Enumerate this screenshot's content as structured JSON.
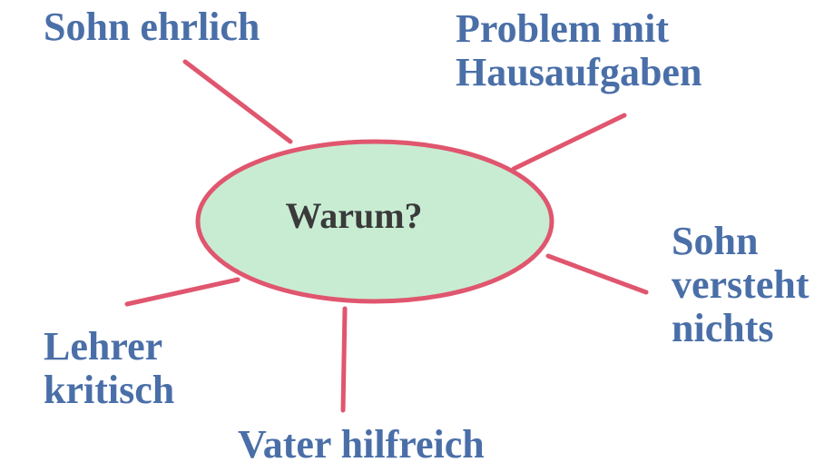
{
  "colors": {
    "label": "#4a6fa8",
    "line": "#e0566e",
    "hub_fill": "#c8ecd2",
    "hub_text": "#3a3a3a"
  },
  "hub": {
    "label": "Warum?"
  },
  "branches": [
    {
      "id": "sohn-ehrlich",
      "lines": [
        "Sohn ehrlich"
      ]
    },
    {
      "id": "problem-hausaufgaben",
      "lines": [
        "Problem mit",
        "Hausaufgaben"
      ]
    },
    {
      "id": "sohn-versteht-nichts",
      "lines": [
        "Sohn",
        "versteht",
        "nichts"
      ]
    },
    {
      "id": "vater-hilfreich",
      "lines": [
        "Vater hilfreich"
      ]
    },
    {
      "id": "lehrer-kritisch",
      "lines": [
        "Lehrer",
        "kritisch"
      ]
    }
  ]
}
